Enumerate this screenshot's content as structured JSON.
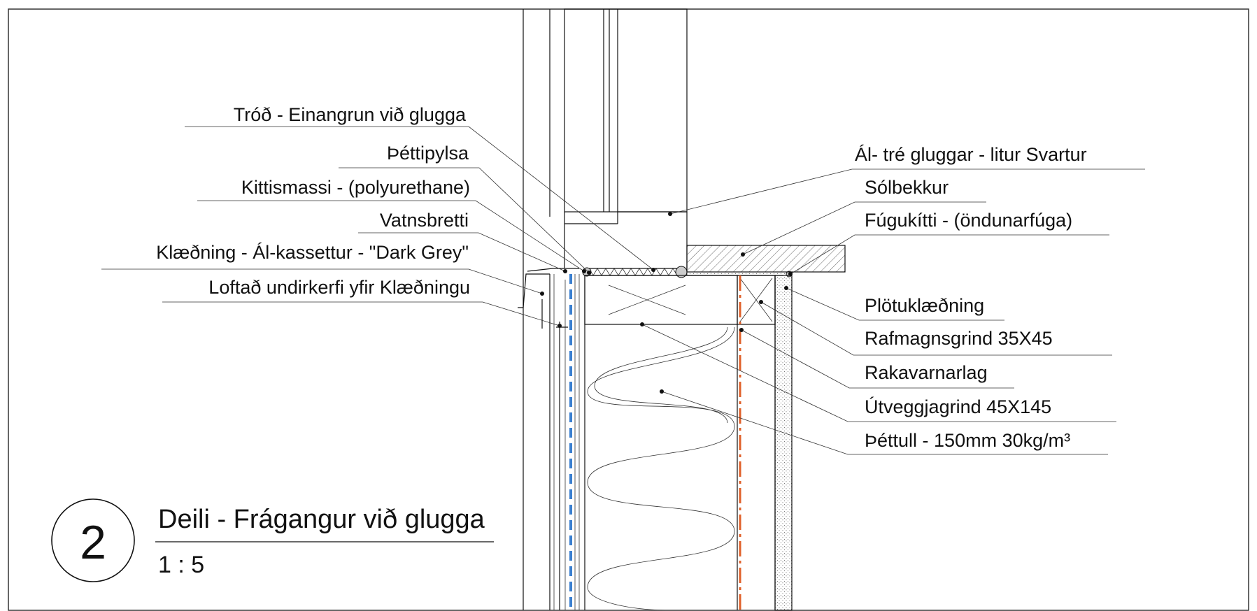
{
  "callouts": {
    "trod": "Tróð - Einangrun við glugga",
    "thettipylsa": "Þéttipylsa",
    "kittismassi": "Kittismassi - (polyurethane)",
    "vatnsbretti": "Vatnsbretti",
    "klaedning": "Klæðning - Ál-kassettur - \"Dark Grey\"",
    "loftad": "Loftað undirkerfi yfir Klæðningu",
    "gluggar": "Ál- tré gluggar - litur Svartur",
    "solbekkur": "Sólbekkur",
    "fugukitti": "Fúgukítti - (öndunarfúga)",
    "plotuklaedning": "Plötuklæðning",
    "rafmagnsgrind": "Rafmagnsgrind 35X45",
    "rakavarnarlag": "Rakavarnarlag",
    "utveggjagrind": "Útveggjagrind 45X145",
    "thettull": "Þéttull - 150mm 30kg/m³"
  },
  "title_block": {
    "detail_number": "2",
    "title": "Deili - Frágangur við glugga",
    "scale": "1 : 5"
  },
  "colors": {
    "line": "#111111",
    "vapour_barrier": "#e0602a",
    "wind_barrier": "#3a7fd0"
  }
}
